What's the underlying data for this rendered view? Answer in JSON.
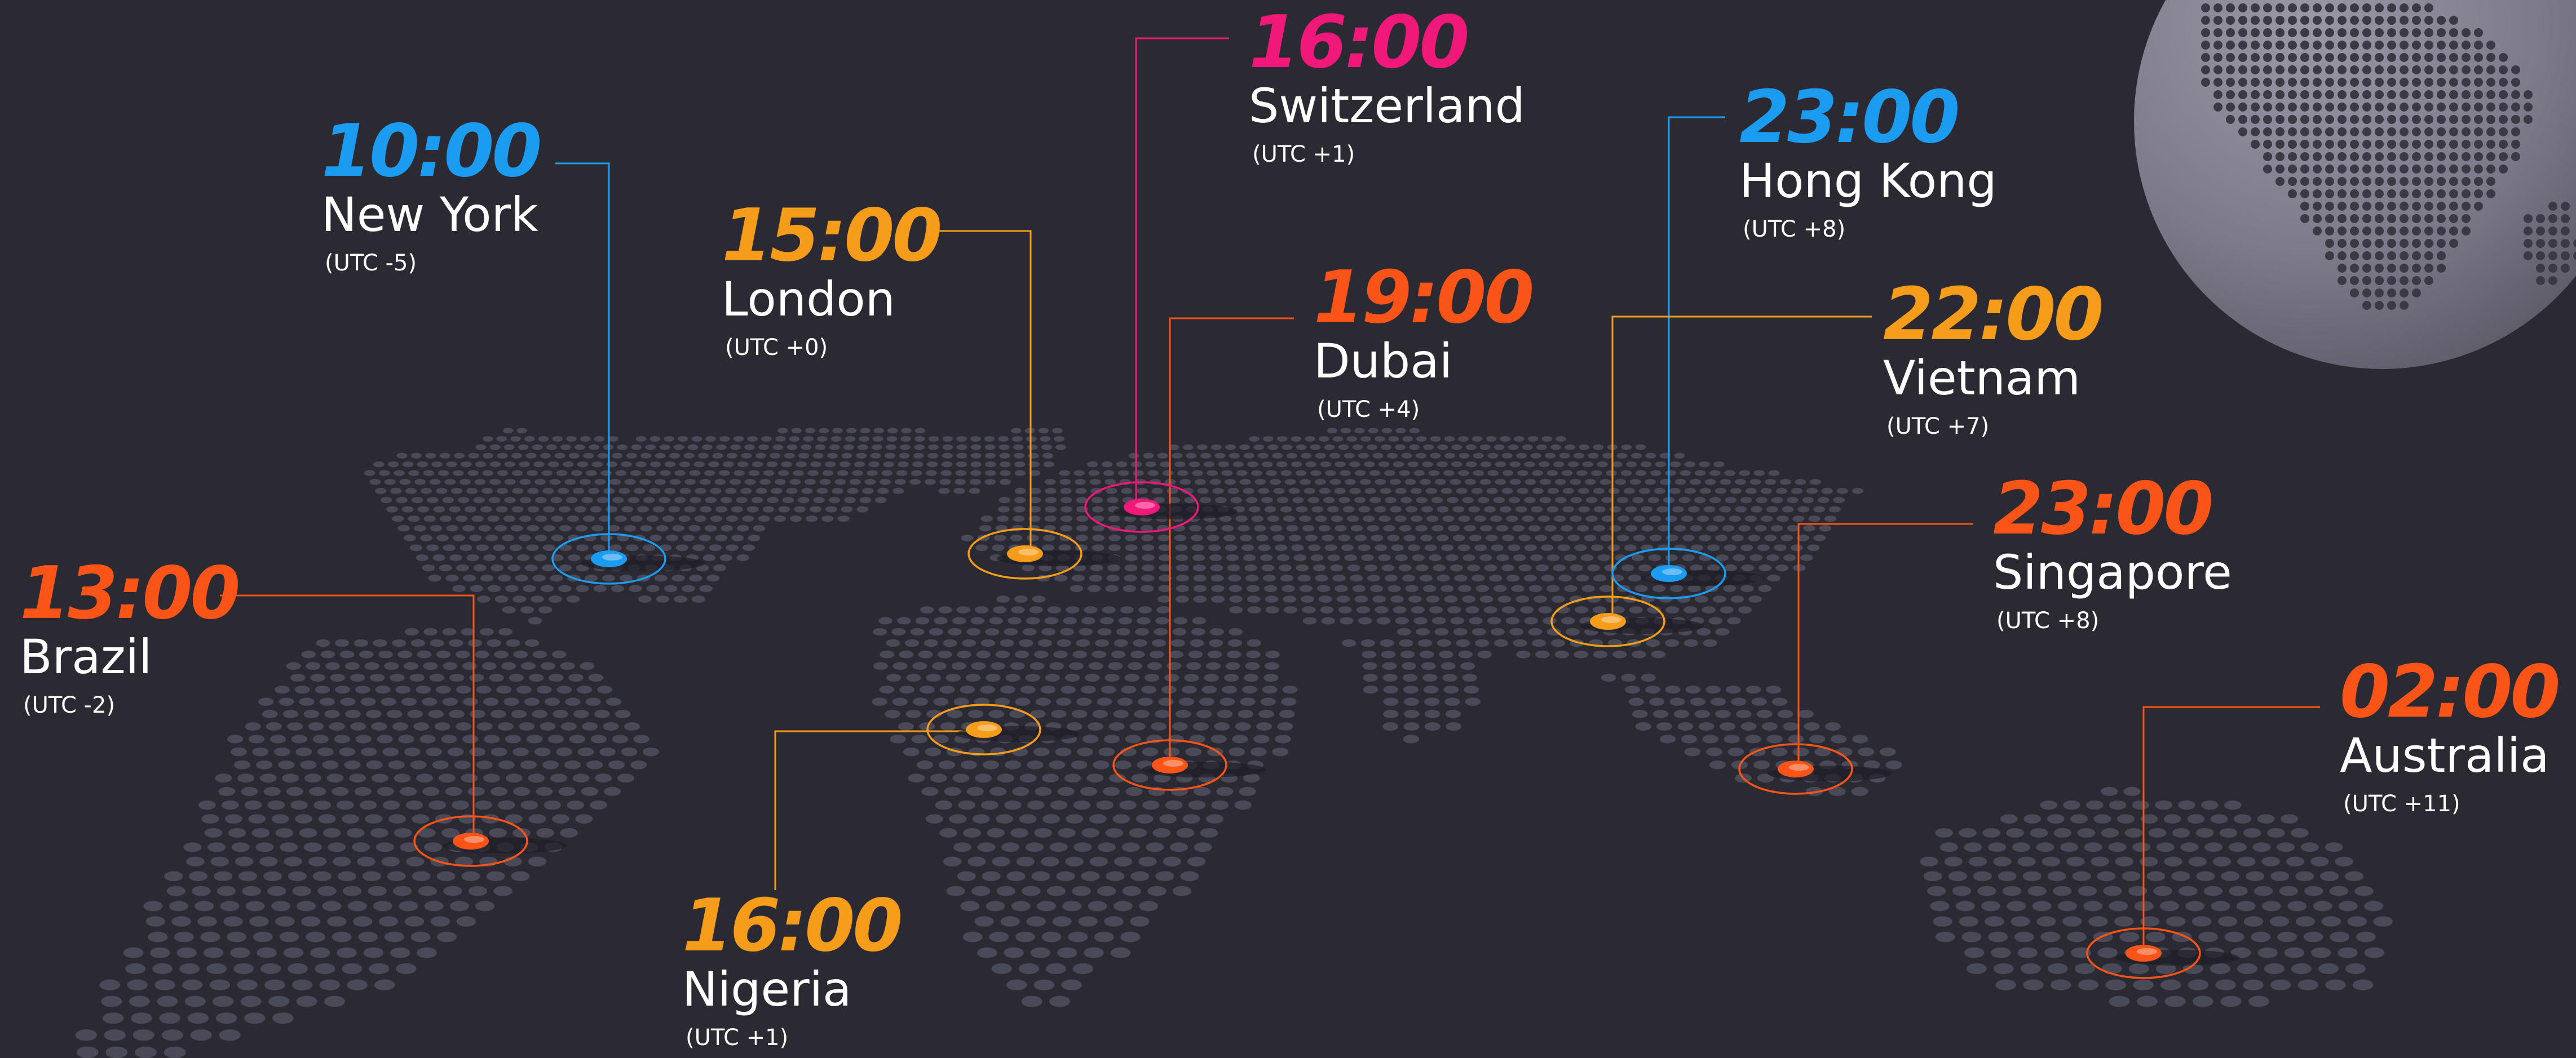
{
  "colors": {
    "background": "#2b2a33",
    "dots": "#4a4957",
    "blue": "#1c9cf0",
    "orange": "#f59c1a",
    "red_orange": "#fb5418",
    "pink": "#f0197a",
    "globe": "#8d8b98"
  },
  "locations": [
    {
      "id": "new-york",
      "time": "10:00",
      "city": "New York",
      "utc": "(UTC -5)",
      "color": "#1c9cf0"
    },
    {
      "id": "london",
      "time": "15:00",
      "city": "London",
      "utc": "(UTC +0)",
      "color": "#f59c1a"
    },
    {
      "id": "switzerland",
      "time": "16:00",
      "city": "Switzerland",
      "utc": "(UTC +1)",
      "color": "#f0197a"
    },
    {
      "id": "dubai",
      "time": "19:00",
      "city": "Dubai",
      "utc": "(UTC +4)",
      "color": "#fb5418"
    },
    {
      "id": "hong-kong",
      "time": "23:00",
      "city": "Hong Kong",
      "utc": "(UTC +8)",
      "color": "#1c9cf0"
    },
    {
      "id": "vietnam",
      "time": "22:00",
      "city": "Vietnam",
      "utc": "(UTC +7)",
      "color": "#f59c1a"
    },
    {
      "id": "singapore",
      "time": "23:00",
      "city": "Singapore",
      "utc": "(UTC +8)",
      "color": "#fb5418"
    },
    {
      "id": "australia",
      "time": "02:00",
      "city": "Australia",
      "utc": "(UTC +11)",
      "color": "#fb5418"
    },
    {
      "id": "brazil",
      "time": "13:00",
      "city": "Brazil",
      "utc": "(UTC -2)",
      "color": "#fb5418"
    },
    {
      "id": "nigeria",
      "time": "16:00",
      "city": "Nigeria",
      "utc": "(UTC +1)",
      "color": "#f59c1a"
    }
  ]
}
